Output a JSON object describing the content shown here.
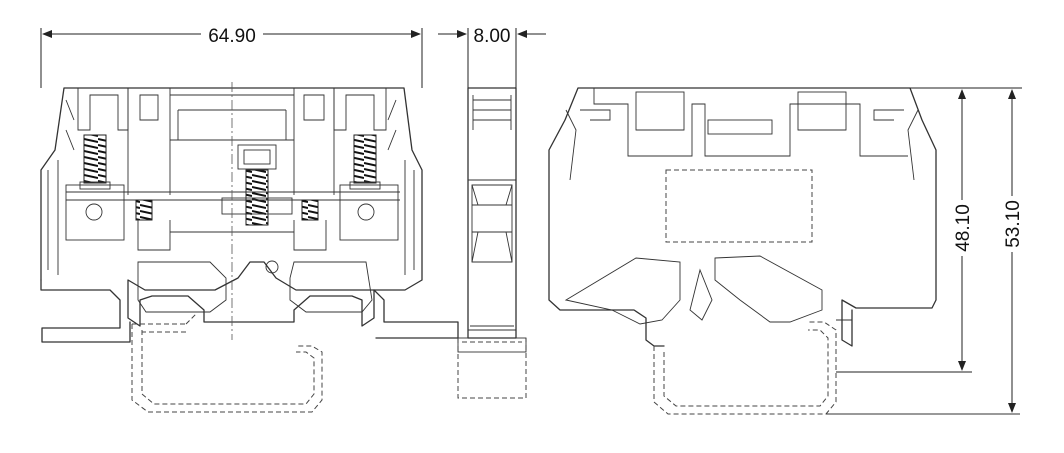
{
  "dimensions": {
    "width": "64.90",
    "thickness": "8.00",
    "inner_height": "48.10",
    "total_height": "53.10"
  },
  "colors": {
    "line": "#333333",
    "background": "#ffffff"
  }
}
